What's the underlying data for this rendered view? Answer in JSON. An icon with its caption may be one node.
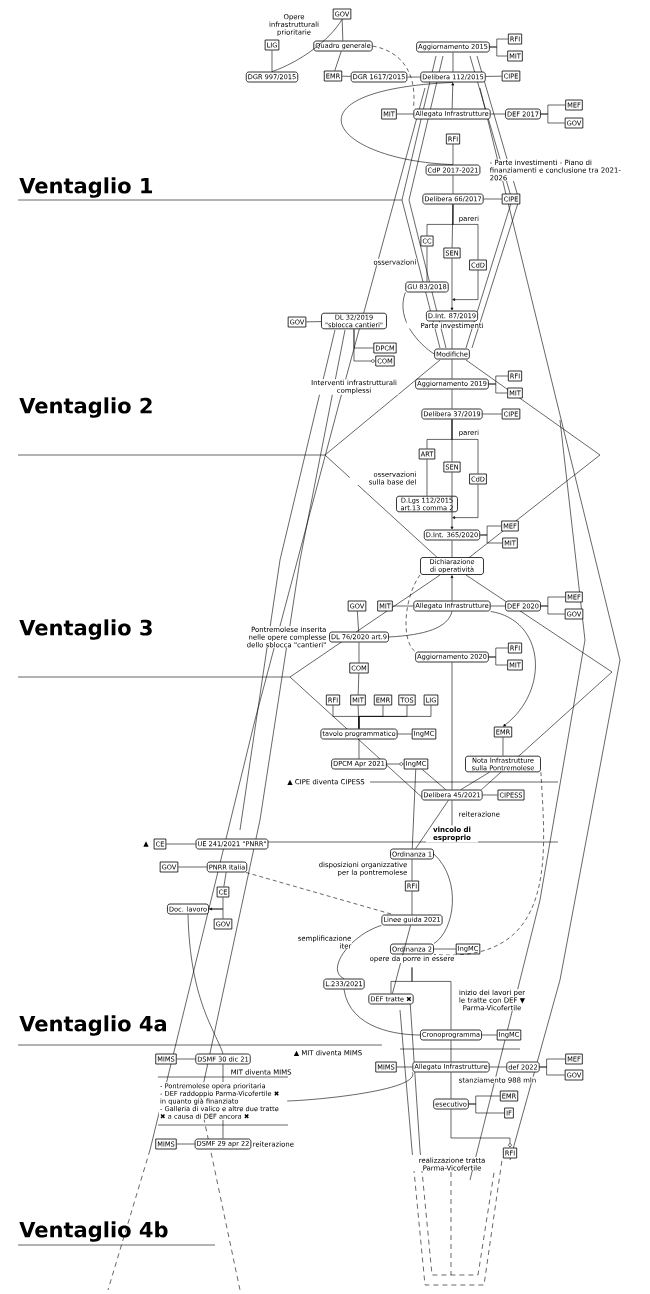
{
  "diagram": {
    "nodes": [
      {
        "text": [
          "GOV"
        ]
      },
      {
        "text": [
          "LIG"
        ]
      },
      {
        "text": [
          "Quadro generale"
        ]
      },
      {
        "text": [
          "DGR 997/2015"
        ]
      },
      {
        "text": [
          "EMR"
        ]
      },
      {
        "text": [
          "DGR 1617/2015"
        ]
      },
      {
        "text": [
          "Aggiornamento 2015"
        ]
      },
      {
        "text": [
          "RFI"
        ]
      },
      {
        "text": [
          "MIT"
        ]
      },
      {
        "text": [
          "Delibera 112/2015"
        ]
      },
      {
        "text": [
          "CIPE"
        ]
      },
      {
        "text": [
          "MIT"
        ]
      },
      {
        "text": [
          "Allegato Infrastrutture"
        ]
      },
      {
        "text": [
          "DEF 2017"
        ]
      },
      {
        "text": [
          "MEF"
        ]
      },
      {
        "text": [
          "GOV"
        ]
      },
      {
        "text": [
          "RFI"
        ]
      },
      {
        "text": [
          "CdP 2017-2021"
        ]
      },
      {
        "text": [
          "Delibera 66/2017"
        ]
      },
      {
        "text": [
          "CIPE"
        ]
      },
      {
        "text": [
          "CC"
        ]
      },
      {
        "text": [
          "SEN"
        ]
      },
      {
        "text": [
          "CdD"
        ]
      },
      {
        "text": [
          "GU 83/2018"
        ]
      },
      {
        "text": [
          "D.Int. 87/2019"
        ],
        "beside": [
          "Parte investimenti"
        ]
      },
      {
        "text": [
          "GOV"
        ]
      },
      {
        "text": [
          "DL 32/2019 \"sblocca cantieri\""
        ]
      },
      {
        "text": [
          "DPCM"
        ]
      },
      {
        "text": [
          "COM"
        ]
      },
      {
        "text": [
          "Modifiche"
        ]
      },
      {
        "text": [
          "Aggiornamento 2019"
        ]
      },
      {
        "text": [
          "RFI"
        ]
      },
      {
        "text": [
          "MIT"
        ]
      },
      {
        "text": [
          "Delibera 37/2019"
        ]
      },
      {
        "text": [
          "CIPE"
        ]
      },
      {
        "text": [
          "ART"
        ]
      },
      {
        "text": [
          "SEN"
        ]
      },
      {
        "text": [
          "CdD"
        ]
      },
      {
        "text": [
          "D.Lgs 112/2015 art.13 comma 2"
        ]
      },
      {
        "text": [
          "D.Int. 365/2020"
        ]
      },
      {
        "text": [
          "MEF"
        ]
      },
      {
        "text": [
          "MIT"
        ]
      },
      {
        "text": [
          "Dichiarazione di operatività"
        ]
      },
      {
        "text": [
          "GOV"
        ]
      },
      {
        "text": [
          "MIT"
        ]
      },
      {
        "text": [
          "Allegato Infrastrutture"
        ]
      },
      {
        "text": [
          "DEF 2020"
        ]
      },
      {
        "text": [
          "MEF"
        ]
      },
      {
        "text": [
          "GOV"
        ]
      },
      {
        "text": [
          "DL 76/2020 art.9"
        ]
      },
      {
        "text": [
          "Aggiornamento 2020"
        ]
      },
      {
        "text": [
          "RFI"
        ]
      },
      {
        "text": [
          "MIT"
        ]
      },
      {
        "text": [
          "COM"
        ]
      },
      {
        "text": [
          "RFI"
        ]
      },
      {
        "text": [
          "MIT"
        ]
      },
      {
        "text": [
          "EMR"
        ]
      },
      {
        "text": [
          "TOS"
        ]
      },
      {
        "text": [
          "LIG"
        ]
      },
      {
        "text": [
          "tavolo programmatico"
        ]
      },
      {
        "text": [
          "IngMC"
        ]
      },
      {
        "text": [
          "DPCM Apr 2021"
        ]
      },
      {
        "text": [
          "IngMC"
        ]
      },
      {
        "text": [
          "EMR"
        ]
      },
      {
        "text": [
          "Nota Infrastrutture sulla Pontremolese"
        ]
      },
      {
        "text": [
          "Delibera 45/2021"
        ]
      },
      {
        "text": [
          "CIPESS"
        ]
      },
      {
        "text": [
          "vincolo di esproprio"
        ]
      },
      {
        "text": [
          "CE"
        ]
      },
      {
        "text": [
          "UE 241/2021 \"PNRR\""
        ]
      },
      {
        "text": [
          "GOV"
        ]
      },
      {
        "text": [
          "PNRR Italia"
        ]
      },
      {
        "text": [
          "Ordinanza 1"
        ]
      },
      {
        "text": [
          "CE"
        ]
      },
      {
        "text": [
          "RFI"
        ]
      },
      {
        "text": [
          "Doc. lavoro"
        ]
      },
      {
        "text": [
          "Linee guida 2021"
        ]
      },
      {
        "text": [
          "GOV"
        ]
      },
      {
        "text": [
          "Ordinanza 2"
        ],
        "beside": [
          "opere da porre in essere"
        ]
      },
      {
        "text": [
          "IngMC"
        ]
      },
      {
        "text": [
          "L.233/2021"
        ]
      },
      {
        "text": [
          "DEF tratte ✖"
        ]
      },
      {
        "text": [
          "Cronoprogramma"
        ]
      },
      {
        "text": [
          "IngMC"
        ]
      },
      {
        "text": [
          "MIMS"
        ]
      },
      {
        "text": [
          "DSMF 30 dic 21"
        ]
      },
      {
        "text": [
          "MIMS"
        ]
      },
      {
        "text": [
          "Allegato Infrastrutture"
        ]
      },
      {
        "text": [
          "def 2022"
        ]
      },
      {
        "text": [
          "MEF"
        ]
      },
      {
        "text": [
          "GOV"
        ]
      },
      {
        "text": [
          "- Pontremolese opera prioritaria",
          "- DEF raddoppio Parma-Vicofertile ✖ in quanto già finanziato",
          "- Galleria di valico e altre due tratte ✖ a causa di DEF ancora ✖"
        ]
      },
      {
        "text": [
          "esecutivo"
        ]
      },
      {
        "text": [
          "EMR"
        ]
      },
      {
        "text": [
          "IF"
        ]
      },
      {
        "text": [
          "MIMS"
        ]
      },
      {
        "text": [
          "DSMF 29 apr 22"
        ],
        "beside": [
          "reiterazione"
        ]
      },
      {
        "text": [
          "RFI"
        ]
      }
    ],
    "edges": [
      {
        "from": 0,
        "to": 2,
        "arrow": "none"
      },
      {
        "from": 0,
        "to": 3,
        "arrow": "none"
      },
      {
        "from": 1,
        "to": 3,
        "arrow": "none"
      },
      {
        "from": 2,
        "to": 4,
        "arrow": "none"
      },
      {
        "from": 4,
        "to": 5,
        "arrow": "none"
      },
      {
        "from": 5,
        "to": 9,
        "arrow": "none"
      },
      {
        "from": 2,
        "to": 12,
        "arrow": "none",
        "style": "dashed"
      },
      {
        "from": 6,
        "to": 7,
        "arrow": "none"
      },
      {
        "from": 6,
        "to": 8,
        "arrow": "none"
      },
      {
        "from": 6,
        "to": 9,
        "arrow": "none"
      },
      {
        "from": 9,
        "to": 10,
        "arrow": "none"
      },
      {
        "from": 12,
        "to": 9,
        "arrow": "to"
      },
      {
        "from": 11,
        "to": 12,
        "arrow": "none"
      },
      {
        "from": 12,
        "to": 13,
        "arrow": "none"
      },
      {
        "from": 13,
        "to": 14,
        "arrow": "none"
      },
      {
        "from": 13,
        "to": 15,
        "arrow": "none"
      },
      {
        "from": 9,
        "to": 17,
        "arrow": "none"
      },
      {
        "from": 16,
        "to": 17,
        "arrow": "none"
      },
      {
        "from": 17,
        "to": 18,
        "arrow": "none"
      },
      {
        "from": 18,
        "to": 19,
        "arrow": "none"
      },
      {
        "from": 18,
        "to": 20,
        "arrow": "none"
      },
      {
        "from": 18,
        "to": 21,
        "arrow": "none"
      },
      {
        "from": 18,
        "to": 22,
        "arrow": "none"
      },
      {
        "from": 20,
        "to": 23,
        "arrow": "none"
      },
      {
        "from": 21,
        "to": 24,
        "arrow": "to"
      },
      {
        "from": 22,
        "to": 24,
        "arrow": "to"
      },
      {
        "from": 23,
        "to": 29,
        "arrow": "none"
      },
      {
        "from": 29,
        "to": 24,
        "arrow": "to"
      },
      {
        "from": 25,
        "to": 26,
        "arrow": "none"
      },
      {
        "from": 26,
        "to": 27,
        "arrow": "none"
      },
      {
        "from": 26,
        "to": 28,
        "arrow": "other"
      },
      {
        "from": 29,
        "to": 30,
        "arrow": "none"
      },
      {
        "from": 30,
        "to": 31,
        "arrow": "none"
      },
      {
        "from": 30,
        "to": 32,
        "arrow": "none"
      },
      {
        "from": 30,
        "to": 33,
        "arrow": "none"
      },
      {
        "from": 33,
        "to": 34,
        "arrow": "none"
      },
      {
        "from": 33,
        "to": 35,
        "arrow": "none"
      },
      {
        "from": 33,
        "to": 36,
        "arrow": "none"
      },
      {
        "from": 33,
        "to": 37,
        "arrow": "none"
      },
      {
        "from": 35,
        "to": 38,
        "arrow": "none"
      },
      {
        "from": 36,
        "to": 39,
        "arrow": "to"
      },
      {
        "from": 37,
        "to": 39,
        "arrow": "to"
      },
      {
        "from": 39,
        "to": 40,
        "arrow": "none"
      },
      {
        "from": 39,
        "to": 41,
        "arrow": "none"
      },
      {
        "from": 39,
        "to": 42,
        "arrow": "none"
      },
      {
        "from": 45,
        "to": 42,
        "arrow": "to"
      },
      {
        "from": 44,
        "to": 45,
        "arrow": "none"
      },
      {
        "from": 45,
        "to": 46,
        "arrow": "none"
      },
      {
        "from": 46,
        "to": 47,
        "arrow": "none"
      },
      {
        "from": 46,
        "to": 48,
        "arrow": "none"
      },
      {
        "from": 43,
        "to": 49,
        "arrow": "none"
      },
      {
        "from": 49,
        "to": 53,
        "arrow": "none"
      },
      {
        "from": 49,
        "to": 45,
        "arrow": "none"
      },
      {
        "from": 42,
        "to": 50,
        "arrow": "none",
        "style": "dashed"
      },
      {
        "from": 50,
        "to": 51,
        "arrow": "none"
      },
      {
        "from": 50,
        "to": 52,
        "arrow": "none"
      },
      {
        "from": 50,
        "to": 65,
        "arrow": "none"
      },
      {
        "from": 53,
        "to": 55,
        "arrow": "none"
      },
      {
        "from": 54,
        "to": 59,
        "arrow": "none"
      },
      {
        "from": 55,
        "to": 59,
        "arrow": "none"
      },
      {
        "from": 56,
        "to": 59,
        "arrow": "none"
      },
      {
        "from": 57,
        "to": 59,
        "arrow": "none"
      },
      {
        "from": 58,
        "to": 59,
        "arrow": "none"
      },
      {
        "from": 59,
        "to": 60,
        "arrow": "none"
      },
      {
        "from": 59,
        "to": 61,
        "arrow": "none"
      },
      {
        "from": 61,
        "to": 62,
        "arrow": "other"
      },
      {
        "from": 62,
        "to": 72,
        "arrow": "none"
      },
      {
        "from": 45,
        "to": 63,
        "arrow": "to"
      },
      {
        "from": 63,
        "to": 64,
        "arrow": "none"
      },
      {
        "from": 62,
        "to": 65,
        "arrow": "none"
      },
      {
        "from": 64,
        "to": 65,
        "arrow": "none"
      },
      {
        "from": 65,
        "to": 66,
        "arrow": "none"
      },
      {
        "from": 65,
        "to": 67,
        "arrow": "none"
      },
      {
        "from": 65,
        "to": 72,
        "arrow": "none"
      },
      {
        "from": 64,
        "to": 78,
        "arrow": "none",
        "style": "dashed"
      },
      {
        "from": 69,
        "to": 68,
        "arrow": "none"
      },
      {
        "from": 70,
        "to": 71,
        "arrow": "none"
      },
      {
        "from": 71,
        "to": 73,
        "arrow": "none"
      },
      {
        "from": 73,
        "to": 75,
        "arrow": "to"
      },
      {
        "from": 75,
        "to": 77,
        "arrow": "none"
      },
      {
        "from": 71,
        "to": 76,
        "arrow": "none",
        "style": "dashed"
      },
      {
        "from": 72,
        "to": 74,
        "arrow": "none"
      },
      {
        "from": 74,
        "to": 76,
        "arrow": "none"
      },
      {
        "from": 72,
        "to": 78,
        "arrow": "none"
      },
      {
        "from": 76,
        "to": 80,
        "arrow": "none"
      },
      {
        "from": 76,
        "to": 81,
        "arrow": "none"
      },
      {
        "from": 78,
        "to": 79,
        "arrow": "none"
      },
      {
        "from": 78,
        "to": 81,
        "arrow": "none"
      },
      {
        "from": 78,
        "to": 82,
        "arrow": "none"
      },
      {
        "from": 80,
        "to": 82,
        "arrow": "none"
      },
      {
        "from": 82,
        "to": 83,
        "arrow": "none"
      },
      {
        "from": 82,
        "to": 87,
        "arrow": "none"
      },
      {
        "from": 86,
        "to": 87,
        "arrow": "none"
      },
      {
        "from": 87,
        "to": 88,
        "arrow": "none"
      },
      {
        "from": 88,
        "to": 89,
        "arrow": "none"
      },
      {
        "from": 88,
        "to": 90,
        "arrow": "none"
      },
      {
        "from": 87,
        "to": 91,
        "arrow": "none"
      },
      {
        "from": 87,
        "to": 92,
        "arrow": "none"
      },
      {
        "from": 92,
        "to": 93,
        "arrow": "none"
      },
      {
        "from": 92,
        "to": 94,
        "arrow": "none"
      },
      {
        "from": 92,
        "to": 97,
        "arrow": "other"
      },
      {
        "from": 75,
        "to": 85,
        "arrow": "none"
      },
      {
        "from": 84,
        "to": 85,
        "arrow": "none"
      },
      {
        "from": 85,
        "to": 91,
        "arrow": "none"
      },
      {
        "from": 91,
        "to": 96,
        "arrow": "none"
      },
      {
        "from": 95,
        "to": 96,
        "arrow": "none"
      }
    ],
    "labels": [
      "Opere infrastrutturali prioritarie",
      "- Parte investimenti - Piano di finanziamenti e conclusione tra 2021-2026",
      "Ventaglio 1",
      "pareri",
      "osservazioni",
      "Interventi infrastrutturali complessi",
      "Ventaglio 2",
      "pareri",
      "osservazioni sulla base del",
      "Pontremolese inserita nelle opere complesse dello sblocca \"cantieri\"",
      "Ventaglio 3",
      "▲ CIPE diventa CIPESS",
      "reiterazione",
      "disposizioni organizzative per la pontremolese",
      "▲",
      "semplificazione iter",
      "inizio dei lavori per le tratte con DEF ▼ Parma-Vicofertile",
      "Ventaglio 4a",
      "▲ MIT diventa MIMS",
      "MIT diventa MIMS",
      "stanziamento 988 mln",
      "realizzazione tratta Parma-Vicofertile",
      "Ventaglio 4b"
    ]
  }
}
